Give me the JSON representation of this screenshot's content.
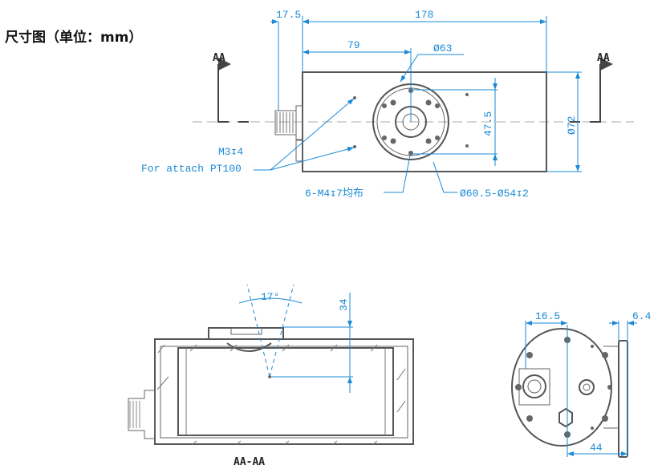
{
  "title": "尺寸图（单位：mm）",
  "top_view": {
    "dim_connector": "17.5",
    "dim_length": "178",
    "dim_center": "79",
    "dim_window_dia": "Ø63",
    "dim_hole_spacing": "47.5",
    "dim_body_dia": "Ø72",
    "section_left": "AA",
    "section_right": "AA",
    "note_thread": "M3↧4",
    "note_pt100": "For attach PT100",
    "note_bolts": "6-M4↧7均布",
    "note_groove": "Ø60.5-Ø54↧2"
  },
  "section_view": {
    "angle": "17°",
    "dim_depth": "34",
    "label": "AA-AA"
  },
  "side_view": {
    "dim_offset": "16.5",
    "dim_flange": "6.4",
    "dim_depth": "44"
  },
  "colors": {
    "dimension": "#1a8ad6",
    "outline": "#555555"
  }
}
